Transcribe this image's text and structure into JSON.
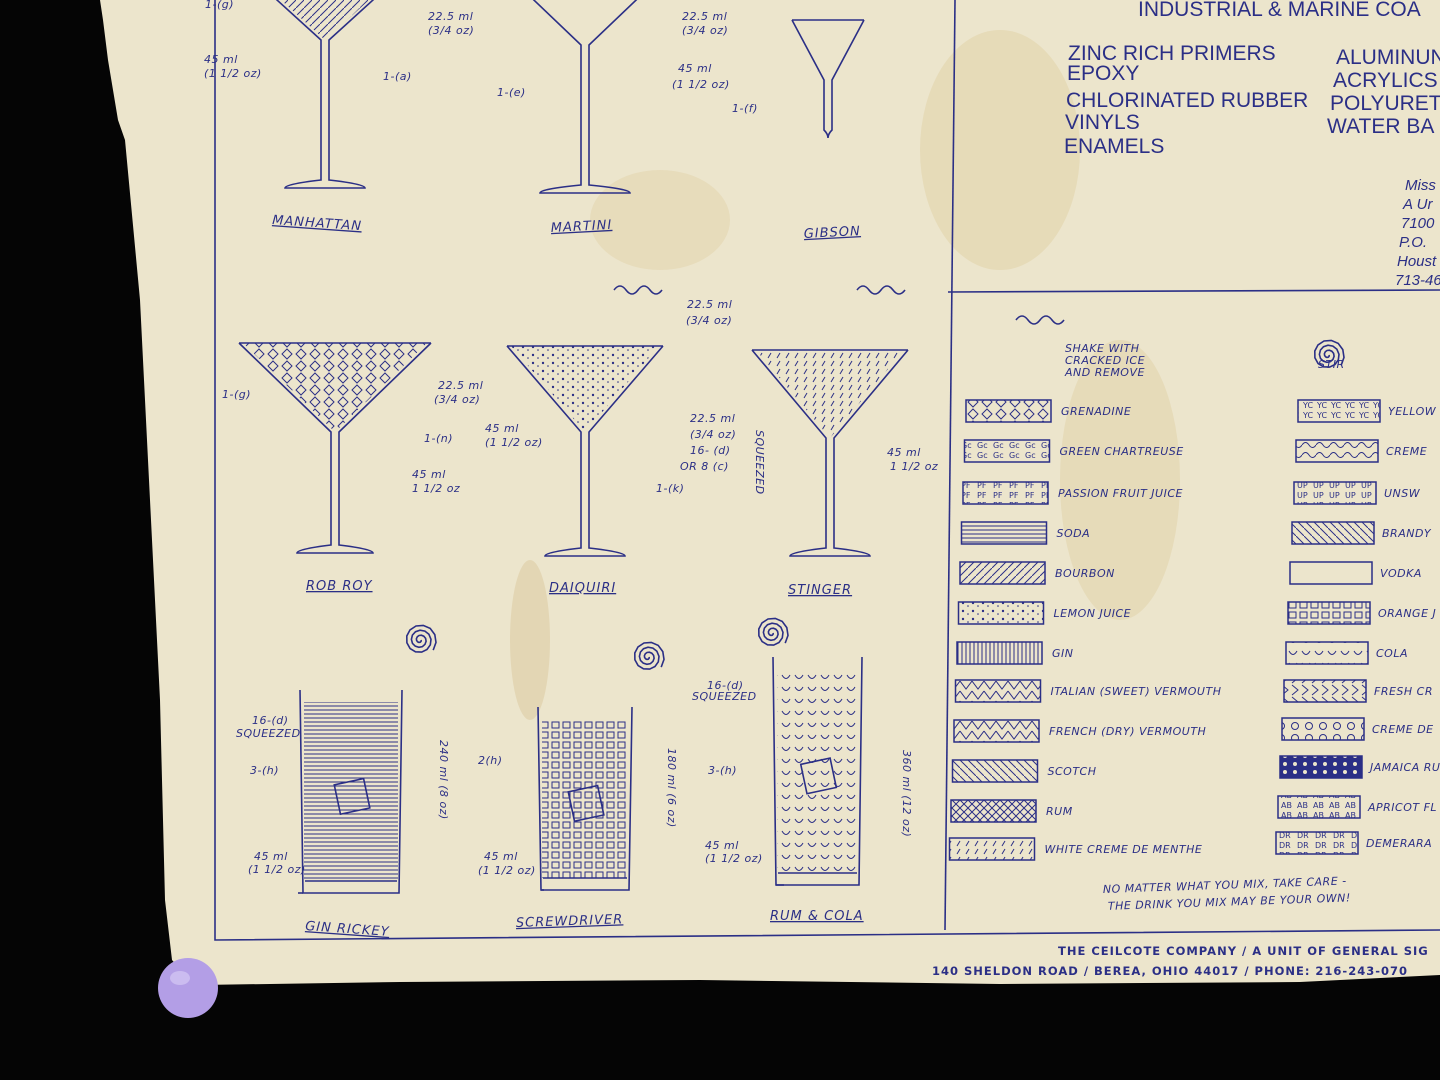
{
  "header": {
    "title": "INDUSTRIAL & MARINE COA"
  },
  "coatings_left": [
    "ZINC RICH PRIMERS",
    "EPOXY",
    "CHLORINATED RUBBER",
    "VINYLS",
    "ENAMELS"
  ],
  "coatings_right": [
    "ALUMINUN",
    "ACRYLICS",
    "POLYURET",
    "WATER BA"
  ],
  "address": [
    "Miss",
    "A Ur",
    "7100",
    "P.O.",
    "Houst",
    "713-46"
  ],
  "drinks": [
    {
      "name": "MANHATTAN",
      "annotations": [
        "1-(g)",
        "22.5 ml",
        "(3/4 oz)",
        "45 ml",
        "(1 1/2 oz)",
        "1-(a)"
      ]
    },
    {
      "name": "MARTINI",
      "annotations": [
        "22.5 ml",
        "(3/4 oz)",
        "45 ml",
        "(1 1/2 oz)",
        "1-(e)"
      ]
    },
    {
      "name": "GIBSON",
      "annotations": [
        "1-(f)"
      ]
    },
    {
      "name": "ROB ROY",
      "annotations": [
        "1-(g)",
        "22.5 ml",
        "(3/4 oz)",
        "1-(n)",
        "45 ml",
        "1 1/2 oz"
      ]
    },
    {
      "name": "DAIQUIRI",
      "annotations": [
        "22.5 ml",
        "(3/4 oz)",
        "45 ml",
        "(1 1/2 oz)",
        "22.5 ml",
        "(3/4 oz)",
        "16- (d)",
        "OR 8 (c)",
        "1-(k)",
        "SQUEEZED"
      ]
    },
    {
      "name": "STINGER",
      "annotations": [
        "45 ml",
        "1 1/2 oz"
      ]
    },
    {
      "name": "GIN RICKEY",
      "annotations": [
        "16-(d)",
        "SQUEEZED",
        "3-(h)",
        "45 ml",
        "(1 1/2 oz)",
        "240 ml (8 oz)"
      ]
    },
    {
      "name": "SCREWDRIVER",
      "annotations": [
        "2(h)",
        "45 ml",
        "(1 1/2 oz)",
        "180 ml (6 oz)"
      ]
    },
    {
      "name": "RUM & COLA",
      "annotations": [
        "16-(d)",
        "SQUEEZED",
        "3-(h)",
        "45 ml",
        "(1 1/2 oz)",
        "360 ml (12 oz)"
      ]
    }
  ],
  "legend": {
    "shake_label": [
      "SHAKE WITH",
      "CRACKED ICE",
      "AND REMOVE"
    ],
    "stir_label": "STIR",
    "left": [
      {
        "label": "GRENADINE",
        "pattern": "diamonds"
      },
      {
        "label": "GREEN CHARTREUSE",
        "pattern": "txt-gc"
      },
      {
        "label": "PASSION FRUIT JUICE",
        "pattern": "txt-pf"
      },
      {
        "label": "SODA",
        "pattern": "hlines"
      },
      {
        "label": "BOURBON",
        "pattern": "diag"
      },
      {
        "label": "LEMON JUICE",
        "pattern": "dots"
      },
      {
        "label": "GIN",
        "pattern": "vlines"
      },
      {
        "label": "ITALIAN (SWEET) VERMOUTH",
        "pattern": "zigzag"
      },
      {
        "label": "FRENCH (DRY) VERMOUTH",
        "pattern": "zigzag"
      },
      {
        "label": "SCOTCH",
        "pattern": "backdiag"
      },
      {
        "label": "RUM",
        "pattern": "cross"
      },
      {
        "label": "WHITE CREME DE MENTHE",
        "pattern": "ticks"
      }
    ],
    "right": [
      {
        "label": "YELLOW",
        "pattern": "txt-yc"
      },
      {
        "label": "CREME",
        "pattern": "waves"
      },
      {
        "label": "UNSW",
        "pattern": "txt-up"
      },
      {
        "label": "BRANDY",
        "pattern": "backdiag"
      },
      {
        "label": "VODKA",
        "pattern": "empty"
      },
      {
        "label": "ORANGE J",
        "pattern": "squares"
      },
      {
        "label": "COLA",
        "pattern": "cups"
      },
      {
        "label": "FRESH CR",
        "pattern": "chevrons"
      },
      {
        "label": "CREME DE",
        "pattern": "circles"
      },
      {
        "label": "JAMAICA RU",
        "pattern": "solid-dots"
      },
      {
        "label": "APRICOT FL",
        "pattern": "txt-ab"
      },
      {
        "label": "DEMERARA",
        "pattern": "txt-dr"
      }
    ]
  },
  "slogan": [
    "NO MATTER WHAT YOU MIX, TAKE CARE -",
    "THE DRINK YOU MIX MAY BE YOUR OWN!"
  ],
  "footer": [
    "THE CEILCOTE COMPANY / A UNIT OF GENERAL SIG",
    "140 SHELDON ROAD / BEREA, OHIO 44017 / PHONE: 216-243-070"
  ],
  "colors": {
    "ink": "#2b2f86",
    "paper": "#ece5cc",
    "pushpin": "#b39ee6"
  }
}
